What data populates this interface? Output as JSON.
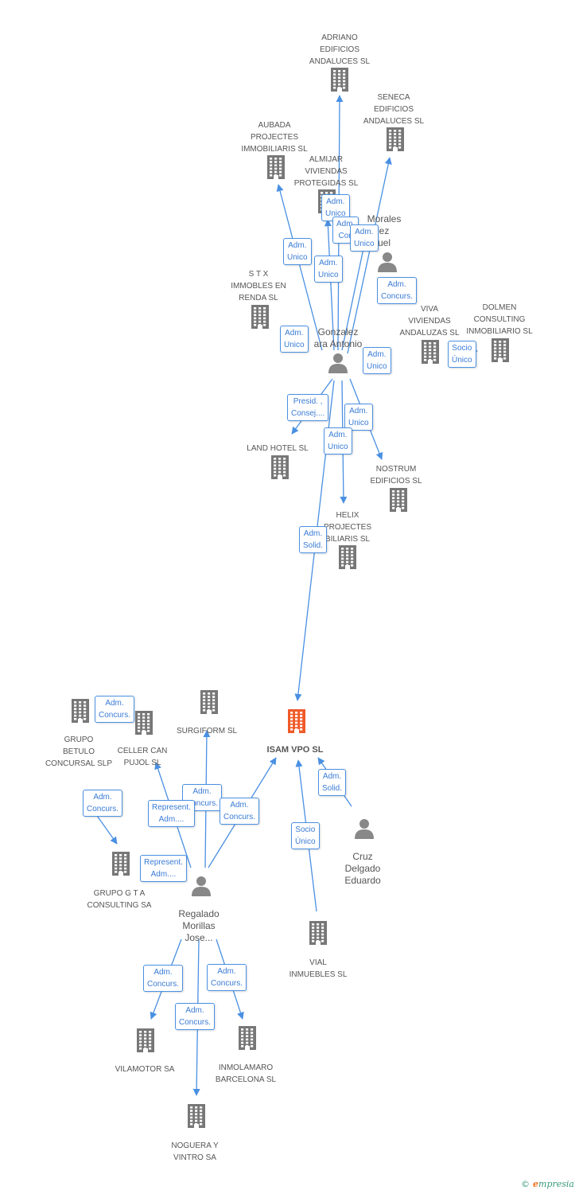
{
  "colors": {
    "edge": "#4a90e2",
    "company": "#777777",
    "main": "#f05a28",
    "person": "#888888"
  },
  "nodes": [
    {
      "id": "adriano",
      "type": "company",
      "label": "ADRIANO\nEDIFICIOS\nANDALUCES SL"
    },
    {
      "id": "seneca",
      "type": "company",
      "label": "SENECA\nEDIFICIOS\nANDALUCES SL"
    },
    {
      "id": "aubada",
      "type": "company",
      "label": "AUBADA\nPROJECTES\nIMMOBILIARIS SL"
    },
    {
      "id": "almijar",
      "type": "company",
      "label": "ALMIJAR\nVIVIENDAS\nPROTEGIDAS  SL"
    },
    {
      "id": "morales",
      "type": "person",
      "label": "Morales\nez\nuel"
    },
    {
      "id": "stx",
      "type": "company",
      "label": "S T X\nIMMOBLES EN\nRENDA SL"
    },
    {
      "id": "viva",
      "type": "company",
      "label": "VIVA\nVIVIENDAS\nANDALUZAS SL"
    },
    {
      "id": "dolmen",
      "type": "company",
      "label": "DOLMEN\nCONSULTING\nINMOBILIARIO SL"
    },
    {
      "id": "gonzalez",
      "type": "person",
      "label": "Gonzalez\nara Antonio"
    },
    {
      "id": "landhotel",
      "type": "company",
      "label": "LAND HOTEL SL"
    },
    {
      "id": "nostrum",
      "type": "company",
      "label": "NOSTRUM\nEDIFICIOS SL"
    },
    {
      "id": "helix",
      "type": "company",
      "label": "HELIX\nPROJECTES\nBILIARIS SL"
    },
    {
      "id": "grupobetulo",
      "type": "company",
      "label": "GRUPO\nBETULO\nCONCURSAL  SLP"
    },
    {
      "id": "celler",
      "type": "company",
      "label": "CELLER CAN\nPUJOL SL"
    },
    {
      "id": "surgiform",
      "type": "company",
      "label": "SURGIFORM SL"
    },
    {
      "id": "isam",
      "type": "main",
      "label": "ISAM VPO  SL"
    },
    {
      "id": "cruz",
      "type": "person",
      "label": "Cruz\nDelgado\nEduardo"
    },
    {
      "id": "grupogta",
      "type": "company",
      "label": "GRUPO G T A\nCONSULTING SA"
    },
    {
      "id": "regalado",
      "type": "person",
      "label": "Regalado\nMorillas\nJose..."
    },
    {
      "id": "vial",
      "type": "company",
      "label": "VIAL\nINMUEBLES SL"
    },
    {
      "id": "vilamotor",
      "type": "company",
      "label": "VILAMOTOR SA"
    },
    {
      "id": "inmolamaro",
      "type": "company",
      "label": "INMOLAMARO\nBARCELONA SL"
    },
    {
      "id": "noguera",
      "type": "company",
      "label": "NOGUERA Y\nVINTRO SA"
    }
  ],
  "edge_labels": [
    "Adm.\nUnico",
    "Adm.\nCon",
    "Adm.\nUnico",
    "Adm.\nUnico",
    "Adm.\nUnico",
    "Adm.\nConcurs.",
    "Adm.\nUnico",
    "Socio\nÚnico",
    "Adm.\nUnico",
    "Presid. ,\nConsej....",
    "Adm.\nUnico",
    "Adm.\nUnico",
    "Adm.\nSolid.",
    "Adm.\nConcurs.",
    "Adm.\nConcurs.",
    "Adm.\nConcurs.",
    "Represent.\nAdm....",
    "Adm.\nConcurs.",
    "Socio\nÚnico",
    "Adm.\nSolid.",
    "Represent.\nAdm....",
    "Adm.\nConcurs.",
    "Adm.\nConcurs.",
    "Adm.\nConcurs."
  ],
  "footer": {
    "copyright": "©",
    "brand_first": "e",
    "brand_rest": "mpresia"
  }
}
